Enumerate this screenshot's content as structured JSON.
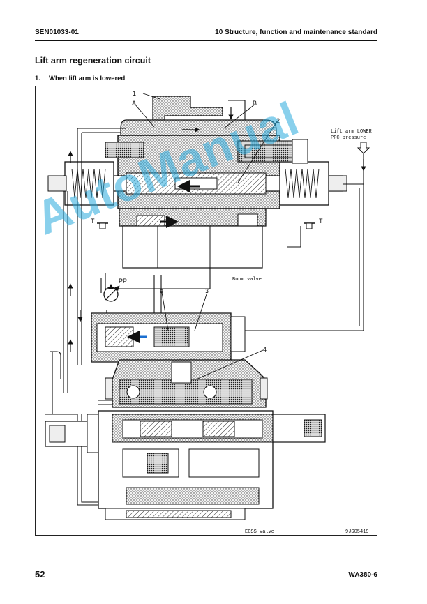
{
  "header": {
    "doc_code": "SEN01033-01",
    "section": "10 Structure, function and maintenance standard"
  },
  "title": "Lift arm regeneration circuit",
  "subtitle": {
    "number": "1.",
    "text": "When lift arm is lowered"
  },
  "figure": {
    "labels": {
      "l1": "1",
      "l2": "2",
      "l3": "3",
      "l4": "4",
      "la": "a",
      "lA": "A",
      "lB": "B",
      "t_left": "T",
      "t_right": "T",
      "pp": "PP",
      "ppc_line1": "Lift arm LOWER",
      "ppc_line2": "PPC pressure",
      "boom_valve": "Boom valve",
      "ecss_valve": "ECSS valve",
      "fig_code": "9JS05419"
    }
  },
  "watermark": "AutoManual",
  "footer": {
    "page_number": "52",
    "model": "WA380-6"
  }
}
